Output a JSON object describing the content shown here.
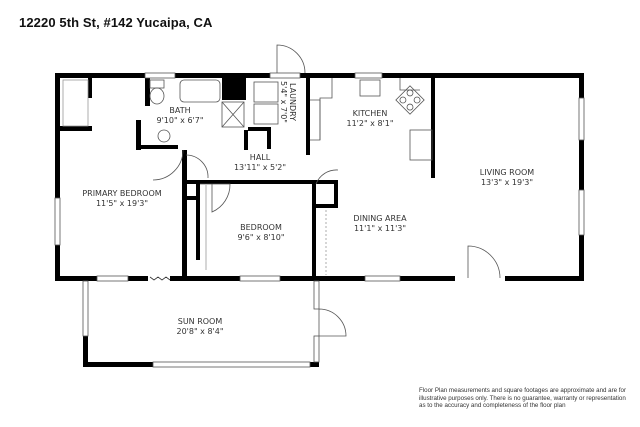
{
  "header": {
    "title": "12220 5th St, #142 Yucaipa, CA"
  },
  "rooms": {
    "bath": {
      "name": "BATH",
      "dims": "9'10\" x 6'7\""
    },
    "laundry": {
      "name": "LAUNDRY",
      "dims": "5'4\" x 7'0\""
    },
    "kitchen": {
      "name": "KITCHEN",
      "dims": "11'2\" x 8'1\""
    },
    "hall": {
      "name": "HALL",
      "dims": "13'11\" x 5'2\""
    },
    "living_room": {
      "name": "LIVING ROOM",
      "dims": "13'3\" x 19'3\""
    },
    "primary_bedroom": {
      "name": "PRIMARY BEDROOM",
      "dims": "11'5\" x 19'3\""
    },
    "bedroom": {
      "name": "BEDROOM",
      "dims": "9'6\" x 8'10\""
    },
    "dining_area": {
      "name": "DINING AREA",
      "dims": "11'1\" x 11'3\""
    },
    "sun_room": {
      "name": "SUN ROOM",
      "dims": "20'8\" x 8'4\""
    }
  },
  "footer": {
    "disclaimer": "Floor Plan measurements and square footages are approximate and are for illustrative purposes only. There is no guarantee, warranty or representation as to the accuracy and completeness of the floor plan"
  },
  "colors": {
    "wall": "#000000",
    "fixture": "#555555",
    "background": "#ffffff"
  }
}
